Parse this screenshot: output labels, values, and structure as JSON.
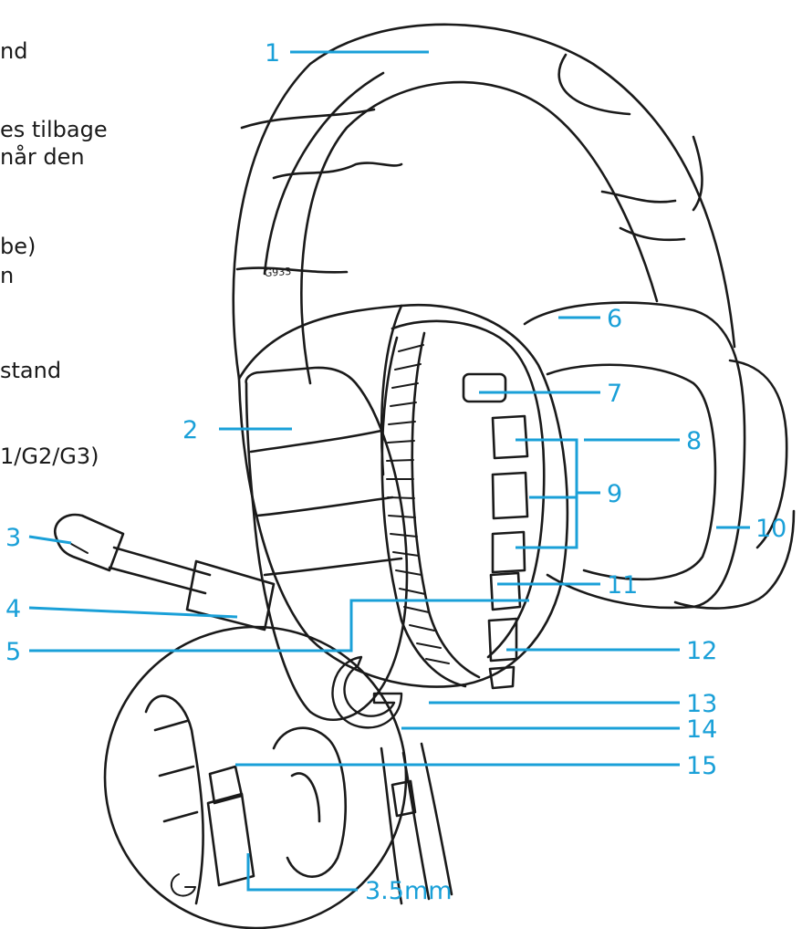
{
  "side_text": [
    "nd",
    "es tilbage",
    "når den",
    "be)",
    "n",
    "stand",
    "1/G2/G3)"
  ],
  "callouts": [
    "1",
    "2",
    "3",
    "4",
    "5",
    "6",
    "7",
    "8",
    "9",
    "10",
    "11",
    "12",
    "13",
    "14",
    "15",
    "3.5mm"
  ],
  "model_label": "G933",
  "colors": {
    "callout": "#1aa0d8",
    "line_art": "#1a1a1a"
  }
}
